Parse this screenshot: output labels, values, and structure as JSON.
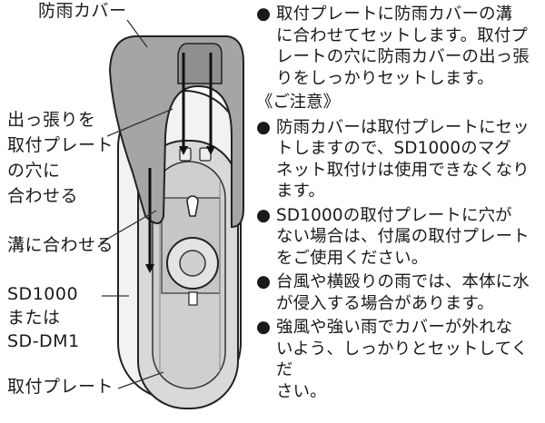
{
  "labels": {
    "cover": "防雨カバー",
    "protrusion": [
      "出っ張りを",
      "取付プレート",
      "の穴に",
      "合わせる"
    ],
    "groove": "溝に合わせる",
    "device": [
      "SD1000",
      "または",
      "SD-DM1"
    ],
    "plate": "取付プレート"
  },
  "instructions": {
    "bullet": "●",
    "main": [
      "取付プレートに防雨カバーの溝",
      "に合わせてセットします。取付プ",
      "レートの穴に防雨カバーの出っ張",
      "りをしっかりセットします。"
    ],
    "notes_heading": "《ご注意》",
    "notes": [
      [
        "防雨カバーは取付プレートにセッ",
        "トしますので、SD1000のマグ",
        "ネット取付けは使用できなくなり",
        "ます。"
      ],
      [
        "SD1000の取付プレートに穴が",
        "ない場合は、付属の取付プレート",
        "をご使用ください。"
      ],
      [
        "台風や横殴りの雨では、本体に水",
        "が侵入する場合があります。"
      ],
      [
        "強風や強い雨でカバーが外れな",
        "いよう、しっかりとセットしてくだ",
        "さい。"
      ]
    ]
  }
}
